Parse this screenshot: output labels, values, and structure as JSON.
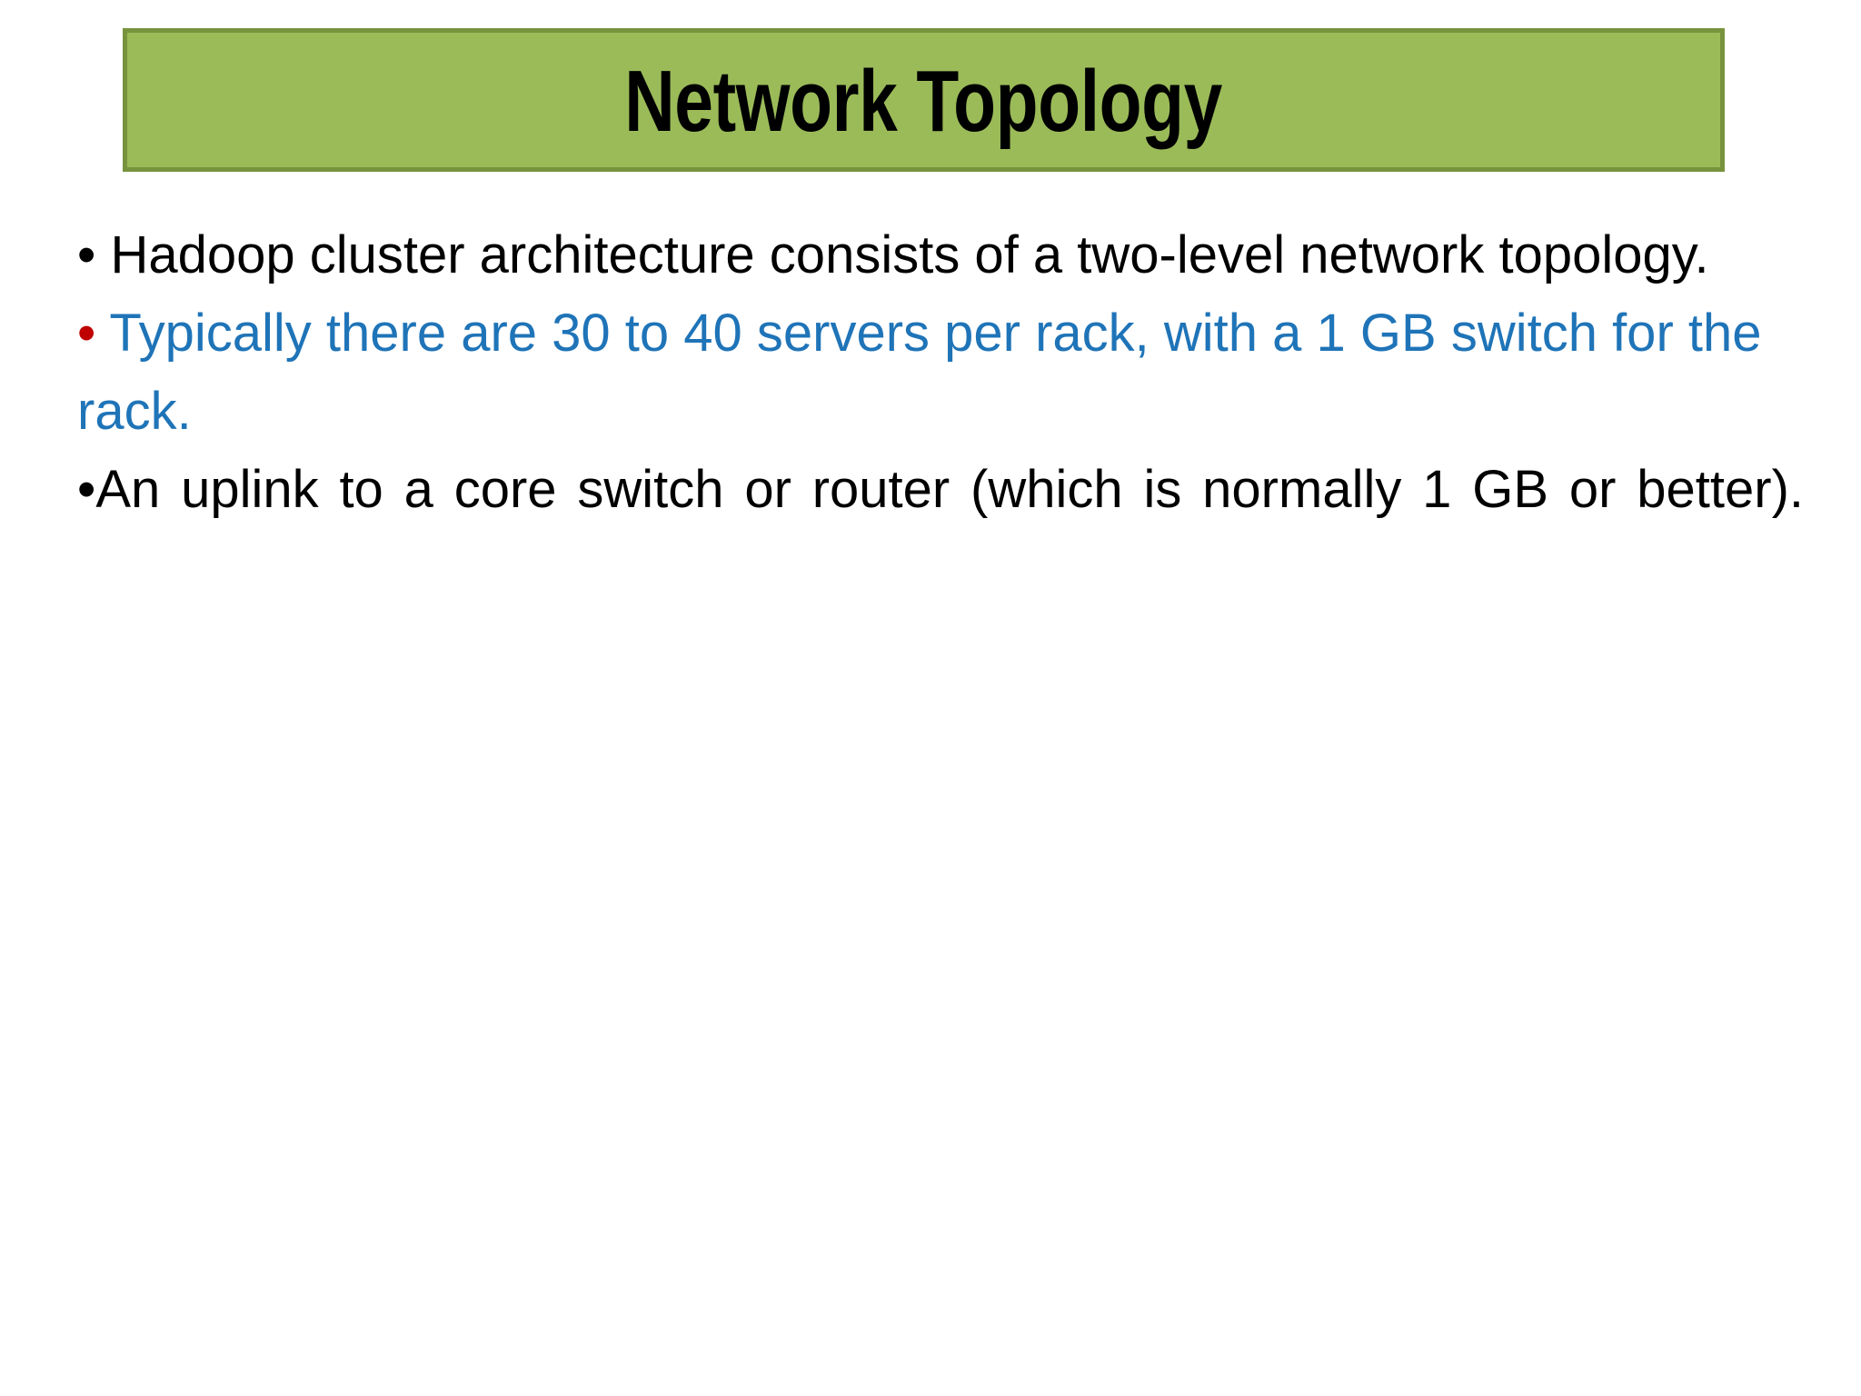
{
  "slide": {
    "background_color": "#FFFFFF",
    "title_banner": {
      "text": "Network Topology",
      "fill_color": "#9BBB59",
      "border_color": "#77933C",
      "text_color": "#000000"
    },
    "body": {
      "bullets": [
        {
          "marker": "•",
          "marker_color": "#000000",
          "space_after_marker": true,
          "text": "Hadoop cluster architecture consists of a two-level network topology.",
          "text_color": "#000000",
          "align": "left"
        },
        {
          "marker": "•",
          "marker_color": "#C00000",
          "space_after_marker": true,
          "text": "Typically there are 30 to 40 servers per rack, with a 1 GB switch for the rack.",
          "text_color": "#1F74B8",
          "align": "left"
        },
        {
          "marker": "•",
          "marker_color": "#000000",
          "space_after_marker": false,
          "text": "An uplink to a core switch or router (which is normally 1 GB or better).",
          "text_color": "#000000",
          "align": "justify"
        }
      ]
    }
  }
}
